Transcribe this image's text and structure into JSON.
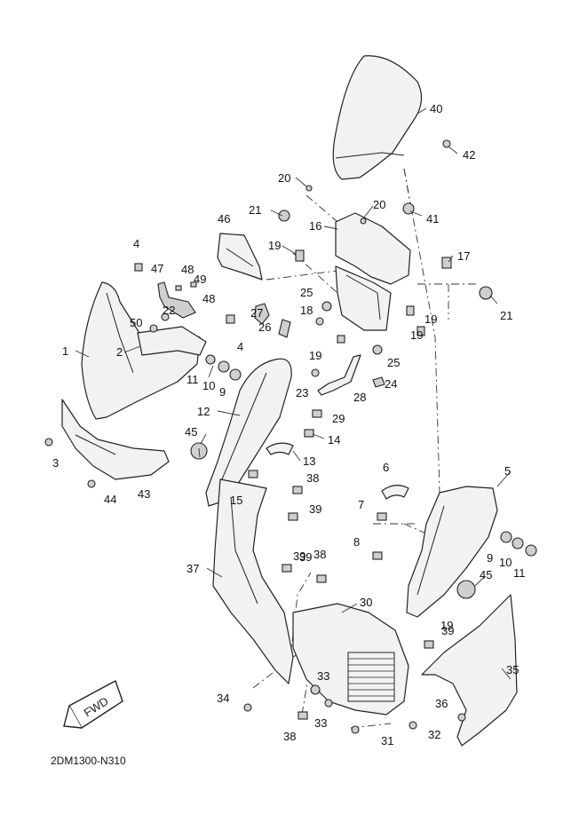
{
  "diagram_code": "2DM1300-N310",
  "fwd_label": "FWD",
  "callouts": [
    "1",
    "2",
    "3",
    "4",
    "4",
    "5",
    "6",
    "7",
    "8",
    "9",
    "9",
    "10",
    "10",
    "11",
    "11",
    "12",
    "13",
    "14",
    "15",
    "16",
    "17",
    "18",
    "19",
    "19",
    "19",
    "19",
    "19",
    "20",
    "20",
    "21",
    "21",
    "22",
    "23",
    "24",
    "25",
    "25",
    "26",
    "27",
    "28",
    "29",
    "30",
    "31",
    "32",
    "33",
    "33",
    "34",
    "35",
    "36",
    "37",
    "38",
    "38",
    "38",
    "39",
    "39",
    "39",
    "39",
    "40",
    "41",
    "42",
    "43",
    "44",
    "45",
    "45",
    "46",
    "47",
    "48",
    "48",
    "49",
    "50"
  ]
}
